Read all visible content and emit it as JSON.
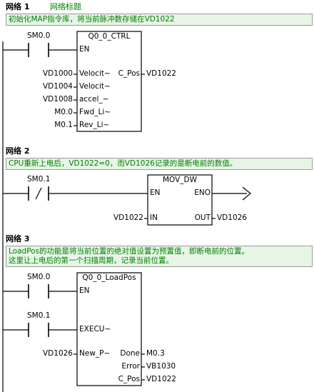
{
  "networks": [
    {
      "label": "网络 1",
      "title": "网络标题",
      "comment": [
        "初始化MAP指令库，将当前脉冲数存储在VD1022"
      ],
      "contact": "SM0.0",
      "block": {
        "name": "Q0_0_CTRL",
        "en": "EN",
        "inputs": [
          {
            "operand": "VD1000",
            "pin": "Velocit~"
          },
          {
            "operand": "VD1004",
            "pin": "Velocit~"
          },
          {
            "operand": "VD1008",
            "pin": "accel_~"
          },
          {
            "operand": "M0.0",
            "pin": "Fwd_Li~"
          },
          {
            "operand": "M0.1",
            "pin": "Rev_Li~"
          }
        ],
        "outputs": [
          {
            "pin": "C_Pos",
            "operand": "VD1022"
          }
        ]
      }
    },
    {
      "label": "网络 2",
      "comment": [
        "CPU重新上电后，VD1022=0，而VD1026记录的是断电前的数值。"
      ],
      "contact": "SM0.1",
      "contact_type": "/",
      "block": {
        "name": "MOV_DW",
        "en": "EN",
        "eno": "ENO",
        "in_pin": "IN",
        "out_pin": "OUT",
        "in_operand": "VD1022",
        "out_operand": "VD1026"
      }
    },
    {
      "label": "网络 3",
      "comment": [
        "LoadPos的功能是将当前位置的绝对值设置为预置值，即断电前的位置。",
        "这里让上电后的第一个扫描周期，记录当前位置。"
      ],
      "contact1": "SM0.0",
      "contact2": "SM0.1",
      "block": {
        "name": "Q0_0_LoadPos",
        "en": "EN",
        "execu": "EXECU~",
        "in_pin": "New_P~",
        "in_operand": "VD1026",
        "outputs": [
          {
            "pin": "Done",
            "operand": "M0.3"
          },
          {
            "pin": "Error",
            "operand": "VB1030"
          },
          {
            "pin": "C_Pos",
            "operand": "VD1022"
          }
        ]
      }
    }
  ]
}
